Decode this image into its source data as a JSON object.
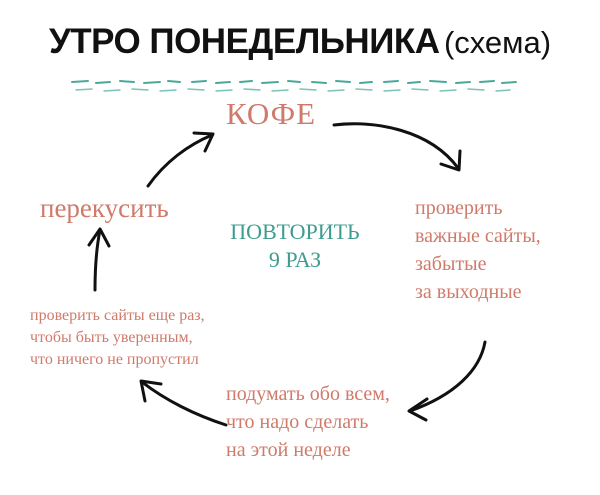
{
  "title": {
    "main": "УТРО ПОНЕДЕЛЬНИКА",
    "sub": "(схема)"
  },
  "center": {
    "lines": [
      "ПОВТОРИТЬ",
      "9 РАЗ"
    ]
  },
  "nodes": {
    "coffee": {
      "lines": [
        "КОФЕ"
      ]
    },
    "check_sites": {
      "lines": [
        "проверить",
        "важные сайты,",
        "забытые",
        "за выходные"
      ]
    },
    "think": {
      "lines": [
        "подумать обо всем,",
        "что надо сделать",
        "на этой неделе"
      ]
    },
    "recheck": {
      "lines": [
        "проверить сайты еще раз,",
        "чтобы быть уверенным,",
        "что ничего не пропустил"
      ]
    },
    "snack": {
      "lines": [
        "перекусить"
      ]
    }
  },
  "colors": {
    "node_text": "#cf7a6a",
    "center_text": "#3e9c8e",
    "underline": "#4aa89a",
    "arrow": "#111111"
  }
}
